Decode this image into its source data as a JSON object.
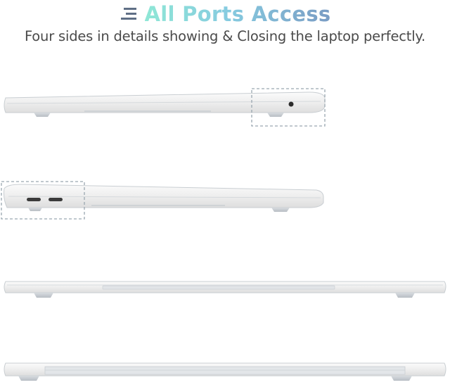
{
  "header": {
    "title": "All Ports Access",
    "subtitle": "Four sides in details showing & Closing the laptop perfectly.",
    "title_icon": "lines-icon",
    "title_colors": [
      "#8fe7d6",
      "#86cbe0",
      "#7a9cc4"
    ]
  },
  "views": [
    {
      "name": "right-side-view",
      "ports": [
        "headphone-jack"
      ],
      "callout": "dashed-box"
    },
    {
      "name": "left-side-view",
      "ports": [
        "usb-c",
        "usb-c"
      ],
      "callout": "dashed-box"
    },
    {
      "name": "front-view"
    },
    {
      "name": "back-view"
    }
  ],
  "colors": {
    "shell": "#ececec",
    "shell_edge": "#c9ced2",
    "callout": "#9aa7b0",
    "text": "#4a4a4a"
  }
}
